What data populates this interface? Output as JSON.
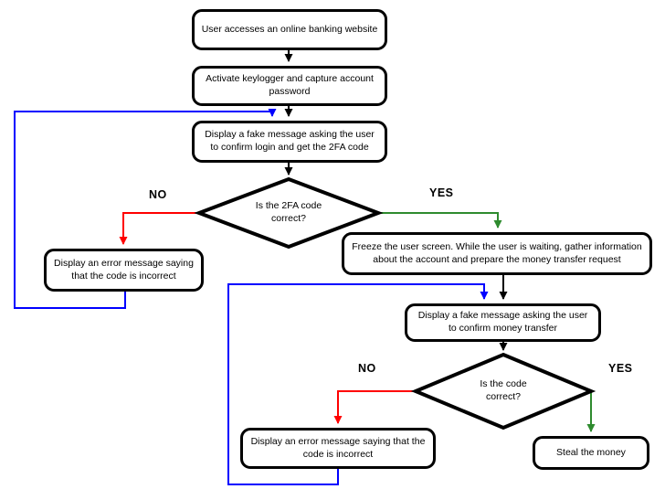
{
  "diagram_type": "flowchart",
  "nodes": {
    "access": {
      "label": "User accesses an online banking website"
    },
    "keylogger": {
      "label": "Activate keylogger and capture account password"
    },
    "fake_login": {
      "label": "Display a fake message asking the user to confirm login and get the 2FA code"
    },
    "decision_2fa": {
      "label": "Is the 2FA code correct?"
    },
    "error_2fa": {
      "label": "Display an error message saying that the code is incorrect"
    },
    "freeze": {
      "label": "Freeze the user screen. While the user is waiting, gather information about the account and prepare the money transfer request"
    },
    "fake_transfer": {
      "label": "Display a fake message asking the user to confirm money transfer"
    },
    "decision_code": {
      "label": "Is the code correct?"
    },
    "error_code": {
      "label": "Display an error message saying that the code is incorrect"
    },
    "steal": {
      "label": "Steal the money"
    }
  },
  "branch_labels": {
    "no_2fa": "NO",
    "yes_2fa": "YES",
    "no_code": "NO",
    "yes_code": "YES"
  },
  "edges": [
    {
      "from": "access",
      "to": "keylogger",
      "color": "black"
    },
    {
      "from": "keylogger",
      "to": "fake_login",
      "color": "black"
    },
    {
      "from": "fake_login",
      "to": "decision_2fa",
      "color": "black"
    },
    {
      "from": "decision_2fa",
      "to": "error_2fa",
      "color": "red",
      "label": "NO"
    },
    {
      "from": "decision_2fa",
      "to": "freeze",
      "color": "green",
      "label": "YES"
    },
    {
      "from": "error_2fa",
      "to": "fake_login",
      "color": "blue",
      "type": "loop-back"
    },
    {
      "from": "freeze",
      "to": "fake_transfer",
      "color": "black"
    },
    {
      "from": "fake_transfer",
      "to": "decision_code",
      "color": "black"
    },
    {
      "from": "decision_code",
      "to": "error_code",
      "color": "red",
      "label": "NO"
    },
    {
      "from": "decision_code",
      "to": "steal",
      "color": "green",
      "label": "YES"
    },
    {
      "from": "error_code",
      "to": "fake_transfer",
      "color": "blue",
      "type": "loop-back"
    }
  ],
  "colors": {
    "flow": "#000000",
    "no": "#ff0000",
    "yes": "#2e8b2e",
    "loop": "#0000ff",
    "node_fill": "#ffffff",
    "node_border": "#000000"
  }
}
